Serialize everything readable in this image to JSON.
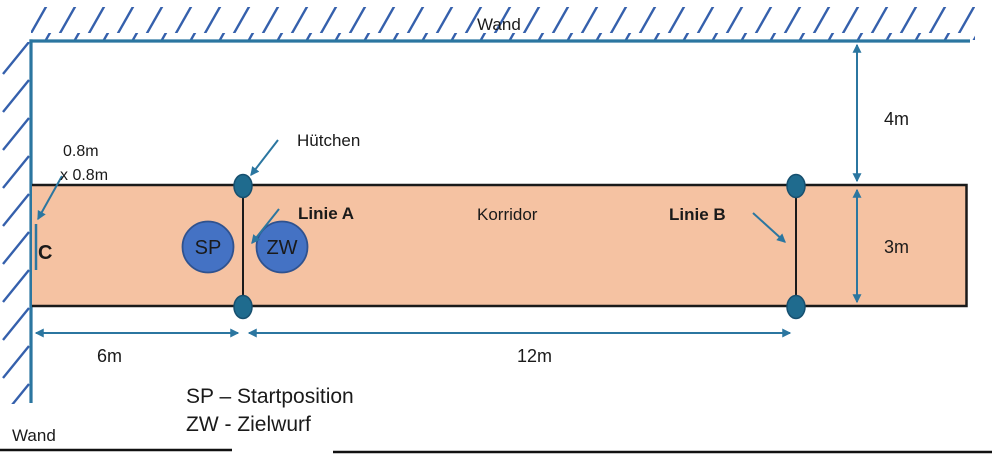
{
  "diagram": {
    "wall_top_label": "Wand",
    "wall_bottom_label": "Wand",
    "corridor_label": "Korridor",
    "huetchen_label": "Hütchen",
    "linie_a_label": "Linie A",
    "linie_b_label": "Linie B",
    "target_label": "C",
    "target_size_line1": "0.8m",
    "target_size_line2": "x 0.8m",
    "sp_label": "SP",
    "zw_label": "ZW",
    "dim_wall_gap": "4m",
    "dim_corridor_height": "3m",
    "dim_start_segment": "6m",
    "dim_throw_segment": "12m",
    "legend_sp": "SP – Startposition",
    "legend_zw": "ZW - Zielwurf",
    "colors": {
      "corridor_fill": "#F5C2A2",
      "position_fill": "#4472C4",
      "position_stroke": "#2F528F",
      "cone_fill": "#1F6B8E",
      "cone_stroke": "#17506F",
      "wall_accent": "#2B76A0",
      "hatch_blue": "#3560AC",
      "line_black": "#1a1a1a"
    }
  }
}
